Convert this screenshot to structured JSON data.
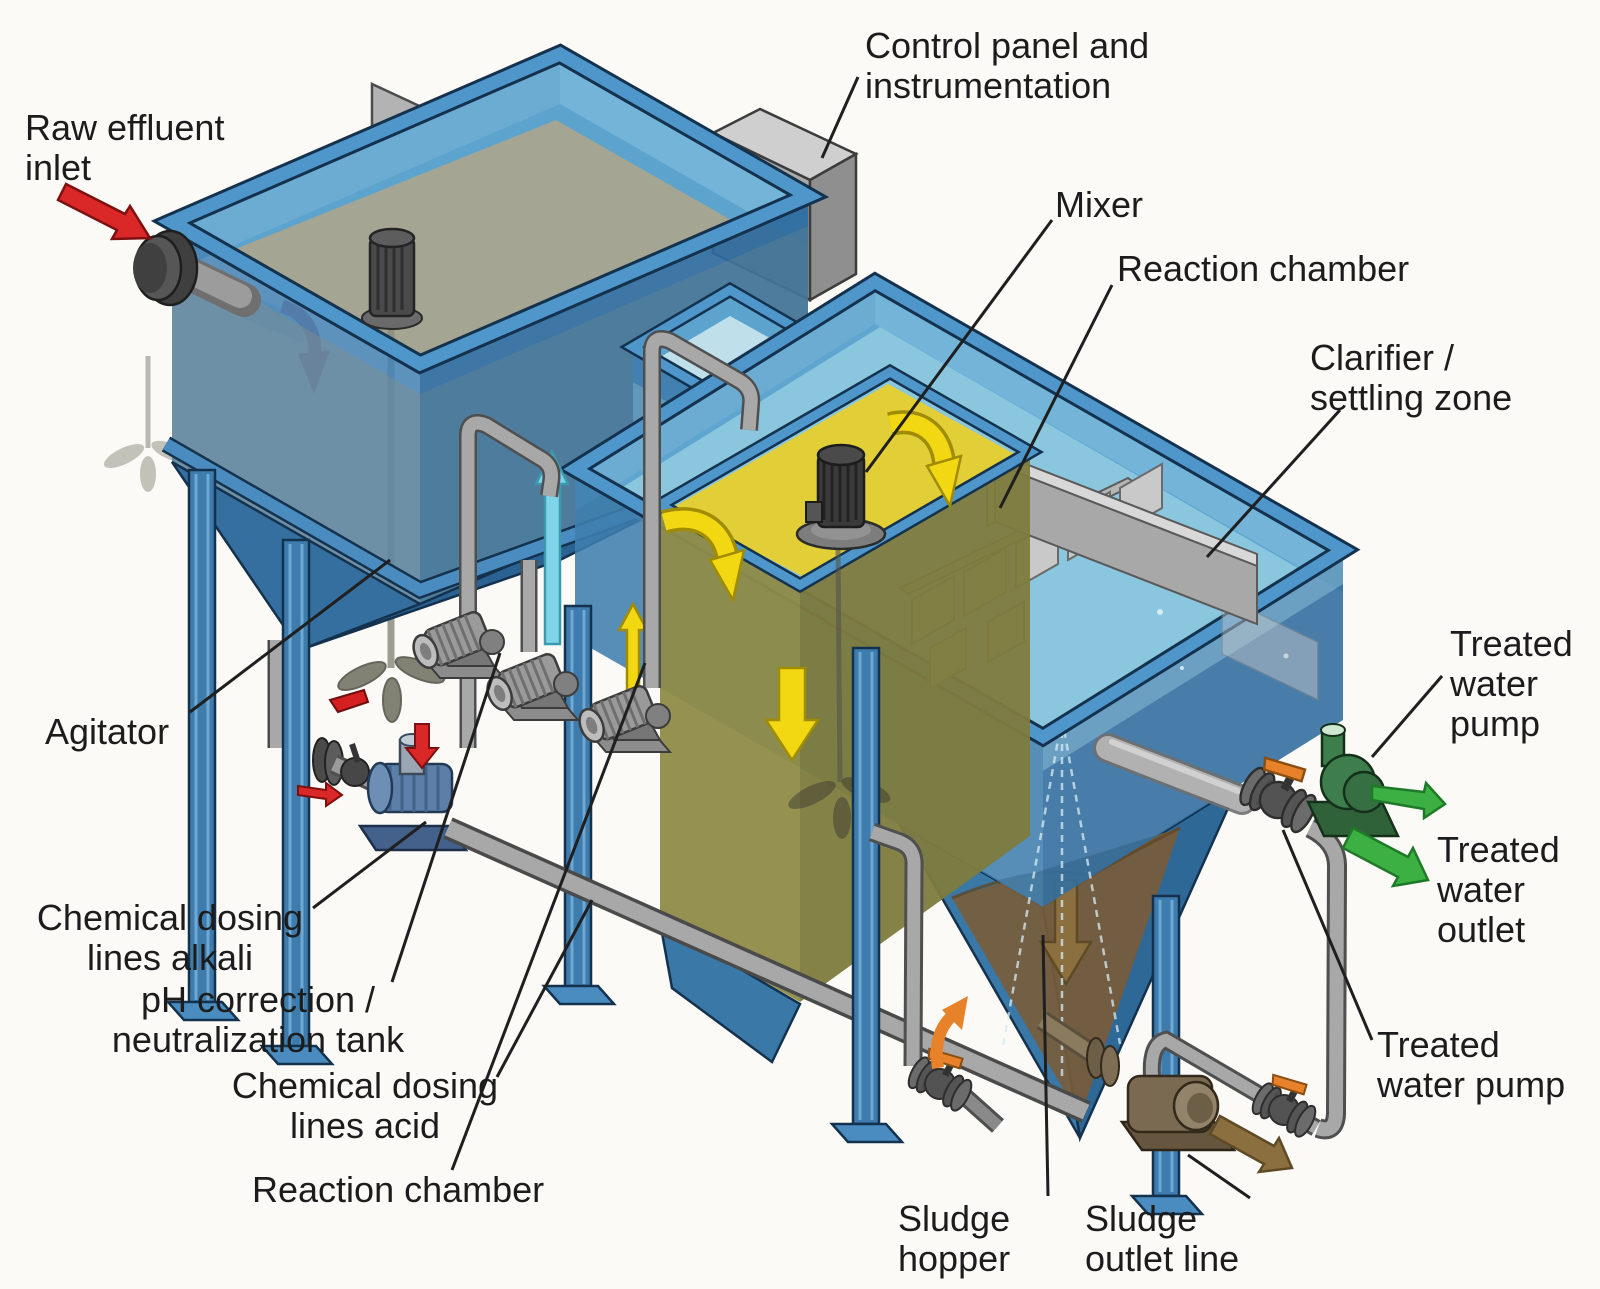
{
  "title": "Effluent treatment plant - labeled isometric schematic",
  "background": "#fbfaf7",
  "labels": {
    "raw_inlet": "Raw effluent\ninlet",
    "control_panel": "Control panel and\ninstrumentation",
    "mixer": "Mixer",
    "reaction_chamber_top": "Reaction chamber",
    "clarifier": "Clarifier /\nsettling zone",
    "agitator": "Agitator",
    "dosing_alkali": "Chemical dosing\nlines alkali",
    "ph_tank": "pH correction /\nneutralization tank",
    "dosing_acid": "Chemical dosing\nlines acid",
    "reaction_chamber_bottom": "Reaction chamber",
    "sludge_hopper": "Sludge\nhopper",
    "sludge_outlet": "Sludge\noutlet line",
    "treated_water_pump_upper": "Treated\nwater\npump",
    "treated_water_outlet": "Treated\nwater\noutlet",
    "treated_water_pump_lower": "Treated\nwater pump"
  },
  "icons": {
    "raw-effluent-arrow": "red thick arrow, down-right",
    "recirculation-arrow": "crimson curved arrow",
    "dosing-arrows": "small red arrows at dosing pump",
    "flow-arrows-yellow": "yellow arrows through reaction chamber",
    "drain-arrow-orange": "orange curved arrow at drain valve",
    "treated-water-arrows": "green arrows at treated water outlet",
    "sludge-arrows": "brown arrows at sludge hopper and outlet"
  },
  "colors": {
    "tank_blue": "#4486b8",
    "tank_blue_dark": "#2e6b9d",
    "rim_blue": "#4f97cb",
    "edge_ink": "#14324e",
    "water_gray": "#a5a593",
    "water_blue": "#8ac6de",
    "water_pale": "#bfe0ea",
    "reaction_yellow": "#e2cf38",
    "reaction_olive": "#8f8c48",
    "pipe_gray": "#a8a8a8",
    "panel_gray": "#b5b5b5",
    "inlet_red": "#da2828",
    "flow_crimson": "#b14b60",
    "flow_yellow": "#f2d813",
    "flow_orange": "#e8822a",
    "treated_green": "#3cb043",
    "pump_green": "#3e7d4c",
    "sludge_brown": "#7a5c38",
    "arrow_brown": "#8b6f3f",
    "label_ink": "#1c1c1c"
  }
}
